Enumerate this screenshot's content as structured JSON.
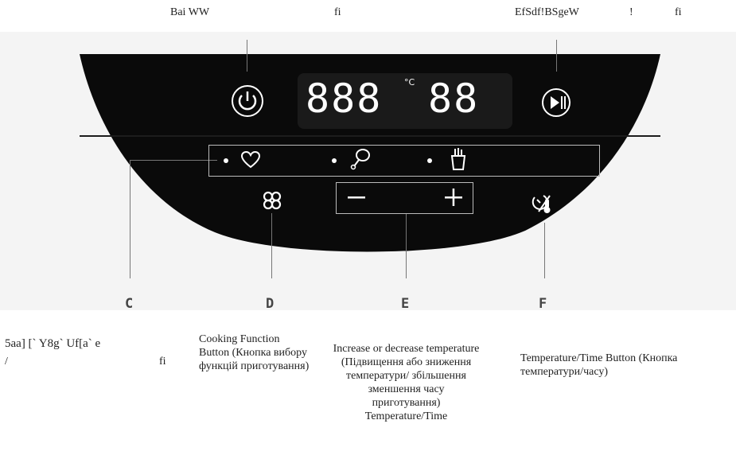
{
  "top_labels": {
    "left_a": "Bai WW",
    "left_b": "fi",
    "right_a": "EfSdf!BSgeW",
    "right_b": "!",
    "right_c": "fi"
  },
  "display": {
    "temperature_digits": "888",
    "unit": "°C",
    "time_digits": "88"
  },
  "letters": {
    "c": "C",
    "d": "D",
    "e": "E",
    "f": "F"
  },
  "descriptions": {
    "c_line1": "5aa] [` Y8g` Uf[a` e",
    "c_line2": "/",
    "c_fi": "fi",
    "d": "Cooking Function Button (Кнопка вибору функцій приготування)",
    "e": "Increase or decrease temperature (Підвищення або зниження температури/ збільшення зменшення часу приготування) Temperature/Time",
    "f": "Temperature/Time Button (Кнопка температури/часу)"
  }
}
